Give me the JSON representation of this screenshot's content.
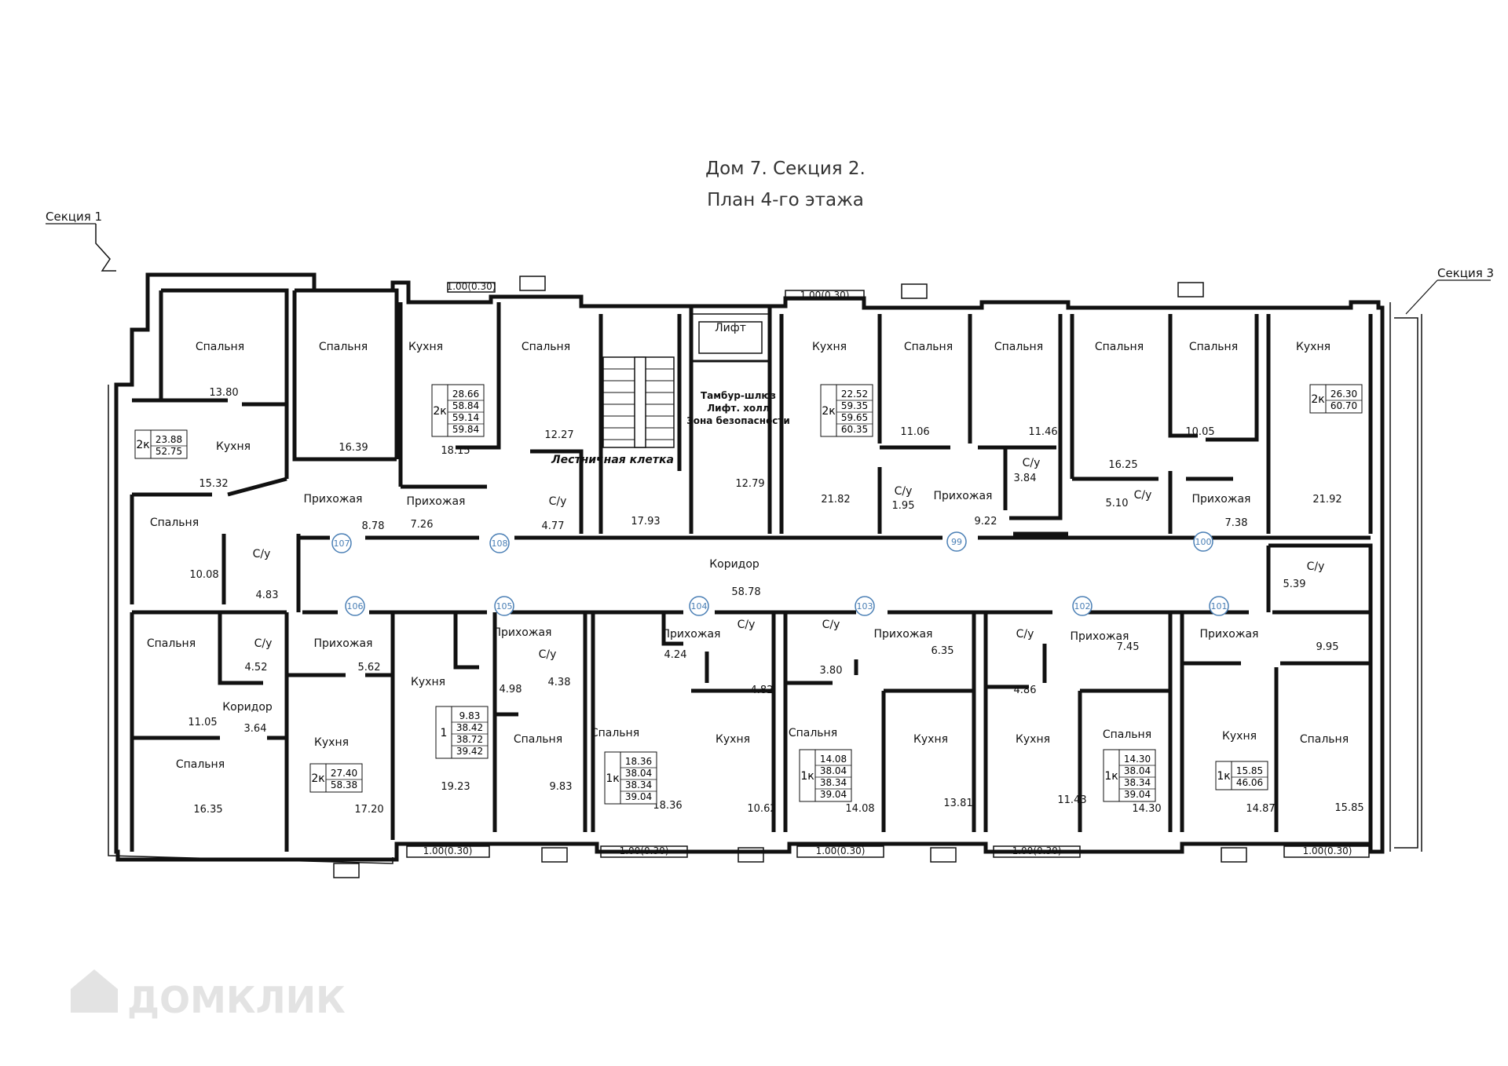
{
  "header": {
    "title_line1": "Дом 7. Секция 2.",
    "title_line2": "План 4-го этажа"
  },
  "sections": {
    "left": "Секция 1",
    "right": "Секция 3"
  },
  "balcony_label": "1.00(0.30)",
  "corridor": {
    "label": "Коридор",
    "area": "58.78"
  },
  "rooms": [
    {
      "key": "r1",
      "label": "Спальня",
      "area": "13.80"
    },
    {
      "key": "r2",
      "label": "Спальня",
      "area": "16.39"
    },
    {
      "key": "r3",
      "label": "Кухня",
      "area": "15.32"
    },
    {
      "key": "r4",
      "label": "Кухня",
      "area": "18.15"
    },
    {
      "key": "r5",
      "label": "Спальня",
      "area": "12.27"
    },
    {
      "key": "r6",
      "label": "Спальня",
      "area": "10.08"
    },
    {
      "key": "r7",
      "label": "С/у",
      "area": "4.83"
    },
    {
      "key": "r8",
      "label": "Прихожая",
      "area": "8.78"
    },
    {
      "key": "r9",
      "label": "Прихожая",
      "area": "7.26"
    },
    {
      "key": "r10",
      "label": "С/у",
      "area": "4.77"
    },
    {
      "key": "r11",
      "label": "Лестничная клетка",
      "area": "17.93"
    },
    {
      "key": "r12",
      "label": "Лифт",
      "area": ""
    },
    {
      "key": "r13",
      "label": "Кухня",
      "area": "21.82"
    },
    {
      "key": "r14",
      "label": "Спальня",
      "area": "11.06"
    },
    {
      "key": "r15",
      "label": "Спальня",
      "area": "11.46"
    },
    {
      "key": "r16",
      "label": "С/у",
      "area": "1.95"
    },
    {
      "key": "r17",
      "label": "Прихожая",
      "area": "9.22"
    },
    {
      "key": "r18",
      "label": "С/у",
      "area": "3.84"
    },
    {
      "key": "r19",
      "label": "Спальня",
      "area": "16.25"
    },
    {
      "key": "r20",
      "label": "Спальня",
      "area": "10.05"
    },
    {
      "key": "r21",
      "label": "Кухня",
      "area": "21.92"
    },
    {
      "key": "r22",
      "label": "С/у",
      "area": "5.10"
    },
    {
      "key": "r23",
      "label": "Прихожая",
      "area": "7.38"
    },
    {
      "key": "r24",
      "label": "С/у",
      "area": "5.39"
    },
    {
      "key": "r25",
      "label": "Спальня",
      "area": "11.05"
    },
    {
      "key": "r26",
      "label": "С/у",
      "area": "4.52"
    },
    {
      "key": "r27",
      "label": "Прихожая",
      "area": "5.62"
    },
    {
      "key": "r28",
      "label": "Коридор",
      "area": "3.64"
    },
    {
      "key": "r29",
      "label": "Спальня",
      "area": "16.35"
    },
    {
      "key": "r30",
      "label": "Кухня",
      "area": "17.20"
    },
    {
      "key": "r31",
      "label": "Кухня",
      "area": "19.23"
    },
    {
      "key": "r32",
      "label": "Прихожая",
      "area": "4.98"
    },
    {
      "key": "r33",
      "label": "С/у",
      "area": "4.38"
    },
    {
      "key": "r34",
      "label": "Спальня",
      "area": "9.83"
    },
    {
      "key": "r35",
      "label": "Прихожая",
      "area": "4.24"
    },
    {
      "key": "r36",
      "label": "С/у",
      "area": "4.82"
    },
    {
      "key": "r37",
      "label": "Спальня",
      "area": "18.36"
    },
    {
      "key": "r38",
      "label": "Кухня",
      "area": "10.62"
    },
    {
      "key": "r39",
      "label": "С/у",
      "area": "3.80"
    },
    {
      "key": "r40",
      "label": "Прихожая",
      "area": "6.35"
    },
    {
      "key": "r41",
      "label": "Спальня",
      "area": "14.08"
    },
    {
      "key": "r42",
      "label": "Кухня",
      "area": "13.81"
    },
    {
      "key": "r43",
      "label": "С/у",
      "area": "4.86"
    },
    {
      "key": "r44",
      "label": "Прихожая",
      "area": "7.45"
    },
    {
      "key": "r45",
      "label": "Кухня",
      "area": "11.43"
    },
    {
      "key": "r46",
      "label": "Спальня",
      "area": "14.30"
    },
    {
      "key": "r47",
      "label": "Прихожая",
      "area": "9.95"
    },
    {
      "key": "r48",
      "label": "Кухня",
      "area": "14.87"
    },
    {
      "key": "r49",
      "label": "Спальня",
      "area": "15.85"
    }
  ],
  "lift_hall_lines": [
    "Тамбур-шлюз",
    "Лифт. холл",
    "Зона безопасности"
  ],
  "lift_hall_area": "12.79",
  "apartments": [
    {
      "key": "a107",
      "number": "107",
      "type": "2к",
      "areas": [
        "23.88",
        "52.75"
      ]
    },
    {
      "key": "a108",
      "number": "108",
      "type": "2к",
      "areas": [
        "28.66",
        "58.84",
        "59.14",
        "59.84"
      ]
    },
    {
      "key": "a99",
      "number": "99",
      "type": "2к",
      "areas": [
        "22.52",
        "59.35",
        "59.65",
        "60.35"
      ]
    },
    {
      "key": "a100",
      "number": "100",
      "type": "2к",
      "areas": [
        "26.30",
        "60.70"
      ]
    },
    {
      "key": "a106",
      "number": "106",
      "type": "2к",
      "areas": [
        "27.40",
        "58.38"
      ]
    },
    {
      "key": "a105",
      "number": "105",
      "type": "1",
      "areas": [
        "9.83",
        "38.42",
        "38.72",
        "39.42"
      ]
    },
    {
      "key": "a104",
      "number": "104",
      "type": "1к",
      "areas": [
        "18.36",
        "38.04",
        "38.34",
        "39.04"
      ]
    },
    {
      "key": "a103",
      "number": "103",
      "type": "1к",
      "areas": [
        "14.08",
        "38.04",
        "38.34",
        "39.04"
      ]
    },
    {
      "key": "a102",
      "number": "102",
      "type": "1к",
      "areas": [
        "14.30",
        "38.04",
        "38.34",
        "39.04"
      ]
    },
    {
      "key": "a101",
      "number": "101",
      "type": "1к",
      "areas": [
        "15.85",
        "46.06"
      ]
    }
  ],
  "watermark": "ДОМКЛИК"
}
